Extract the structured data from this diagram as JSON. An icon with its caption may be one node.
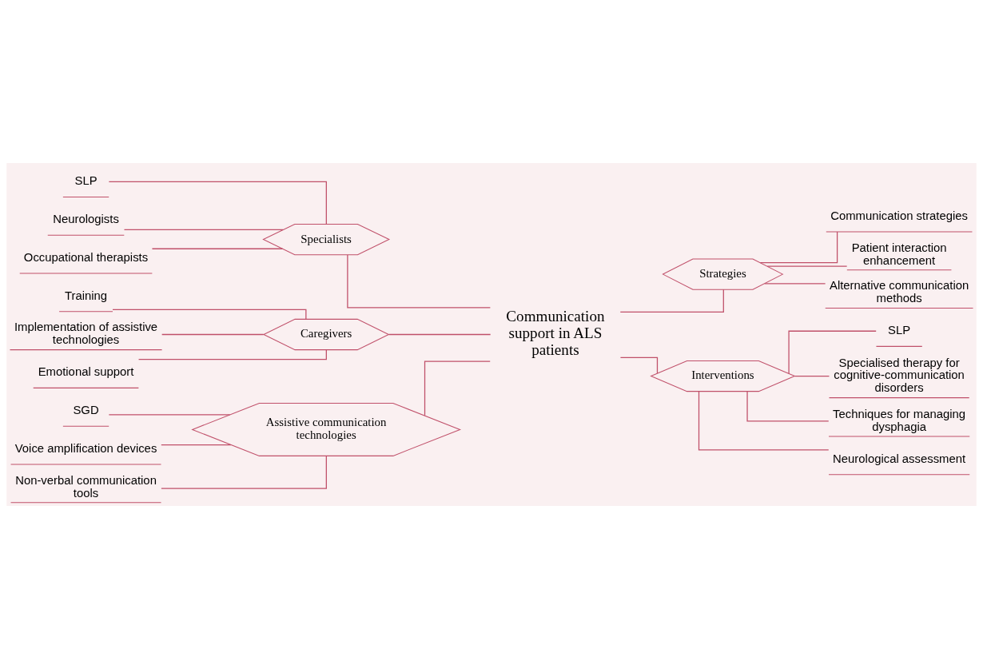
{
  "diagram": {
    "nodes": [
      {
        "text": [
          "Communication support in ALS patients"
        ]
      },
      {
        "text": [
          "Specialists"
        ]
      },
      {
        "text": [
          "SLP"
        ]
      },
      {
        "text": [
          "Neurologists"
        ]
      },
      {
        "text": [
          "Occupational therapists"
        ]
      },
      {
        "text": [
          "Caregivers"
        ]
      },
      {
        "text": [
          "Training"
        ]
      },
      {
        "text": [
          "Implementation of assistive technologies"
        ]
      },
      {
        "text": [
          "Emotional support"
        ]
      },
      {
        "text": [
          "Assistive communication technologies"
        ]
      },
      {
        "text": [
          "SGD"
        ]
      },
      {
        "text": [
          "Voice amplification devices"
        ]
      },
      {
        "text": [
          "Non-verbal communication tools"
        ]
      },
      {
        "text": [
          "Strategies"
        ]
      },
      {
        "text": [
          "Communication strategies"
        ]
      },
      {
        "text": [
          "Patient interaction enhancement"
        ]
      },
      {
        "text": [
          "Alternative communication methods"
        ]
      },
      {
        "text": [
          "Interventions"
        ]
      },
      {
        "text": [
          "SLP"
        ]
      },
      {
        "text": [
          "Specialised therapy for cognitive-communication disorders"
        ]
      },
      {
        "text": [
          "Techniques for managing dysphagia"
        ]
      },
      {
        "text": [
          "Neurological assessment"
        ]
      }
    ],
    "edges": [
      {
        "from": 0,
        "to": 1,
        "arrow": "none"
      },
      {
        "from": 1,
        "to": 2,
        "arrow": "none"
      },
      {
        "from": 1,
        "to": 3,
        "arrow": "none"
      },
      {
        "from": 1,
        "to": 4,
        "arrow": "none"
      },
      {
        "from": 0,
        "to": 5,
        "arrow": "none"
      },
      {
        "from": 5,
        "to": 6,
        "arrow": "none"
      },
      {
        "from": 5,
        "to": 7,
        "arrow": "none"
      },
      {
        "from": 5,
        "to": 8,
        "arrow": "none"
      },
      {
        "from": 0,
        "to": 9,
        "arrow": "none"
      },
      {
        "from": 9,
        "to": 10,
        "arrow": "none"
      },
      {
        "from": 9,
        "to": 11,
        "arrow": "none"
      },
      {
        "from": 9,
        "to": 12,
        "arrow": "none"
      },
      {
        "from": 0,
        "to": 13,
        "arrow": "none"
      },
      {
        "from": 13,
        "to": 14,
        "arrow": "none"
      },
      {
        "from": 13,
        "to": 15,
        "arrow": "none"
      },
      {
        "from": 13,
        "to": 16,
        "arrow": "none"
      },
      {
        "from": 0,
        "to": 17,
        "arrow": "none"
      },
      {
        "from": 17,
        "to": 18,
        "arrow": "none"
      },
      {
        "from": 17,
        "to": 19,
        "arrow": "none"
      },
      {
        "from": 17,
        "to": 20,
        "arrow": "none"
      },
      {
        "from": 17,
        "to": 21,
        "arrow": "none"
      }
    ]
  }
}
